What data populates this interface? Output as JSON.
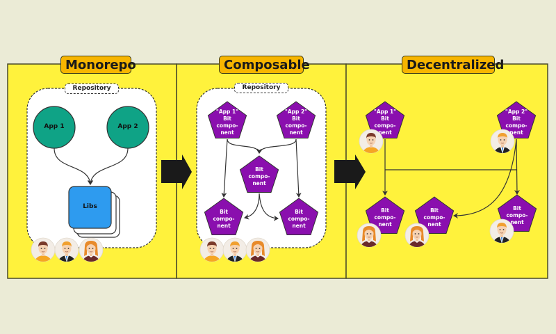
{
  "colors": {
    "background": "#ebebd6",
    "panel_fill": "#fff23c",
    "title_fill": "#f7b500",
    "app_circle": "#0fa386",
    "libs_box": "#2e9bef",
    "component": "#8a0fae",
    "arrow": "#1a1a1a"
  },
  "panels": [
    {
      "title": "Monorepo",
      "repository_label": "Repository",
      "apps": [
        {
          "label": "App 1"
        },
        {
          "label": "App 2"
        }
      ],
      "libs": {
        "label": "Libs"
      },
      "developers": [
        "developer-man-orange-shirt",
        "developer-man-suit",
        "developer-woman"
      ]
    },
    {
      "title": "Composable",
      "repository_label": "Repository",
      "components": [
        {
          "label": "\"App 1\"\nBit\ncompo-\nnent"
        },
        {
          "label": "\"App 2\"\nBit\ncompo-\nnent"
        },
        {
          "label": "Bit\ncompo-\nnent"
        },
        {
          "label": "Bit\ncompo-\nnent"
        },
        {
          "label": "Bit\ncompo-\nnent"
        }
      ],
      "developers": [
        "developer-man-orange-shirt",
        "developer-man-suit",
        "developer-woman"
      ]
    },
    {
      "title": "Decentralized",
      "components": [
        {
          "label": "\"App 1\"\nBit\ncompo-\nnent"
        },
        {
          "label": "\"App 2\"\nBit\ncompo-\nnent"
        },
        {
          "label": "Bit\ncompo-\nnent"
        },
        {
          "label": "Bit\ncompo-\nnent"
        },
        {
          "label": "Bit\ncompo-\nnent"
        }
      ]
    }
  ]
}
